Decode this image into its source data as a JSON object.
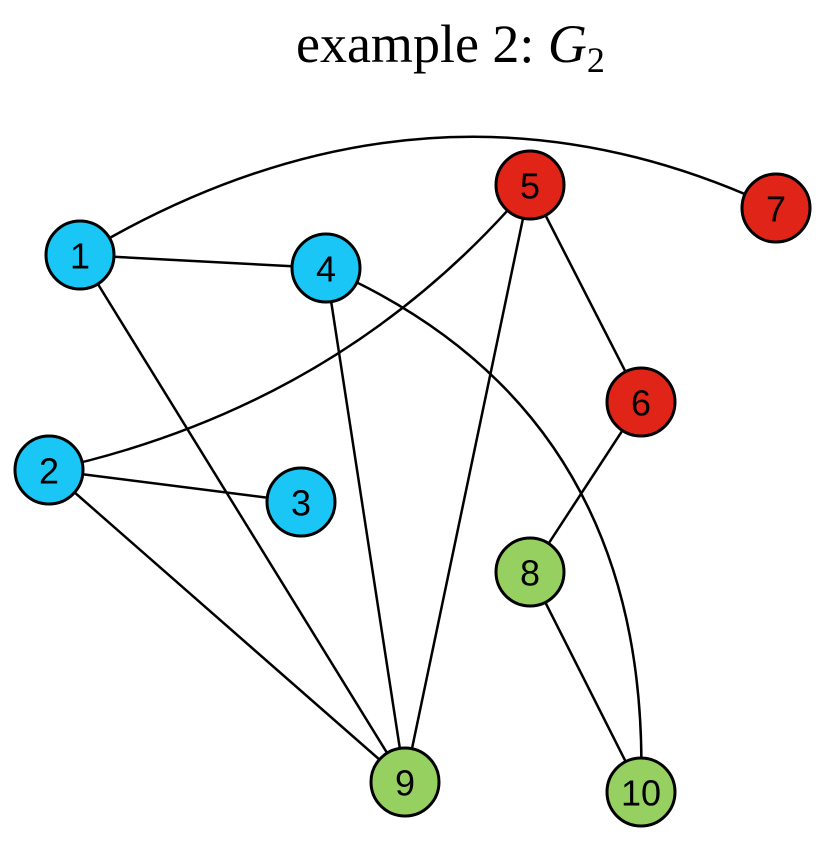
{
  "title": {
    "prefix": "example 2: ",
    "variable": "G",
    "subscript": "2"
  },
  "colors": {
    "blue": "#1ac6f5",
    "red": "#e02418",
    "green": "#96d060"
  },
  "nodes": [
    {
      "id": "1",
      "label": "1",
      "group": "blue"
    },
    {
      "id": "2",
      "label": "2",
      "group": "blue"
    },
    {
      "id": "3",
      "label": "3",
      "group": "blue"
    },
    {
      "id": "4",
      "label": "4",
      "group": "blue"
    },
    {
      "id": "5",
      "label": "5",
      "group": "red"
    },
    {
      "id": "6",
      "label": "6",
      "group": "red"
    },
    {
      "id": "7",
      "label": "7",
      "group": "red"
    },
    {
      "id": "8",
      "label": "8",
      "group": "green"
    },
    {
      "id": "9",
      "label": "9",
      "group": "green"
    },
    {
      "id": "10",
      "label": "10",
      "group": "green"
    }
  ],
  "edges": [
    {
      "from": "1",
      "to": "7"
    },
    {
      "from": "1",
      "to": "4"
    },
    {
      "from": "1",
      "to": "9"
    },
    {
      "from": "2",
      "to": "5"
    },
    {
      "from": "2",
      "to": "3"
    },
    {
      "from": "2",
      "to": "9"
    },
    {
      "from": "4",
      "to": "9"
    },
    {
      "from": "4",
      "to": "10"
    },
    {
      "from": "5",
      "to": "9"
    },
    {
      "from": "5",
      "to": "6"
    },
    {
      "from": "6",
      "to": "8"
    },
    {
      "from": "8",
      "to": "10"
    }
  ]
}
